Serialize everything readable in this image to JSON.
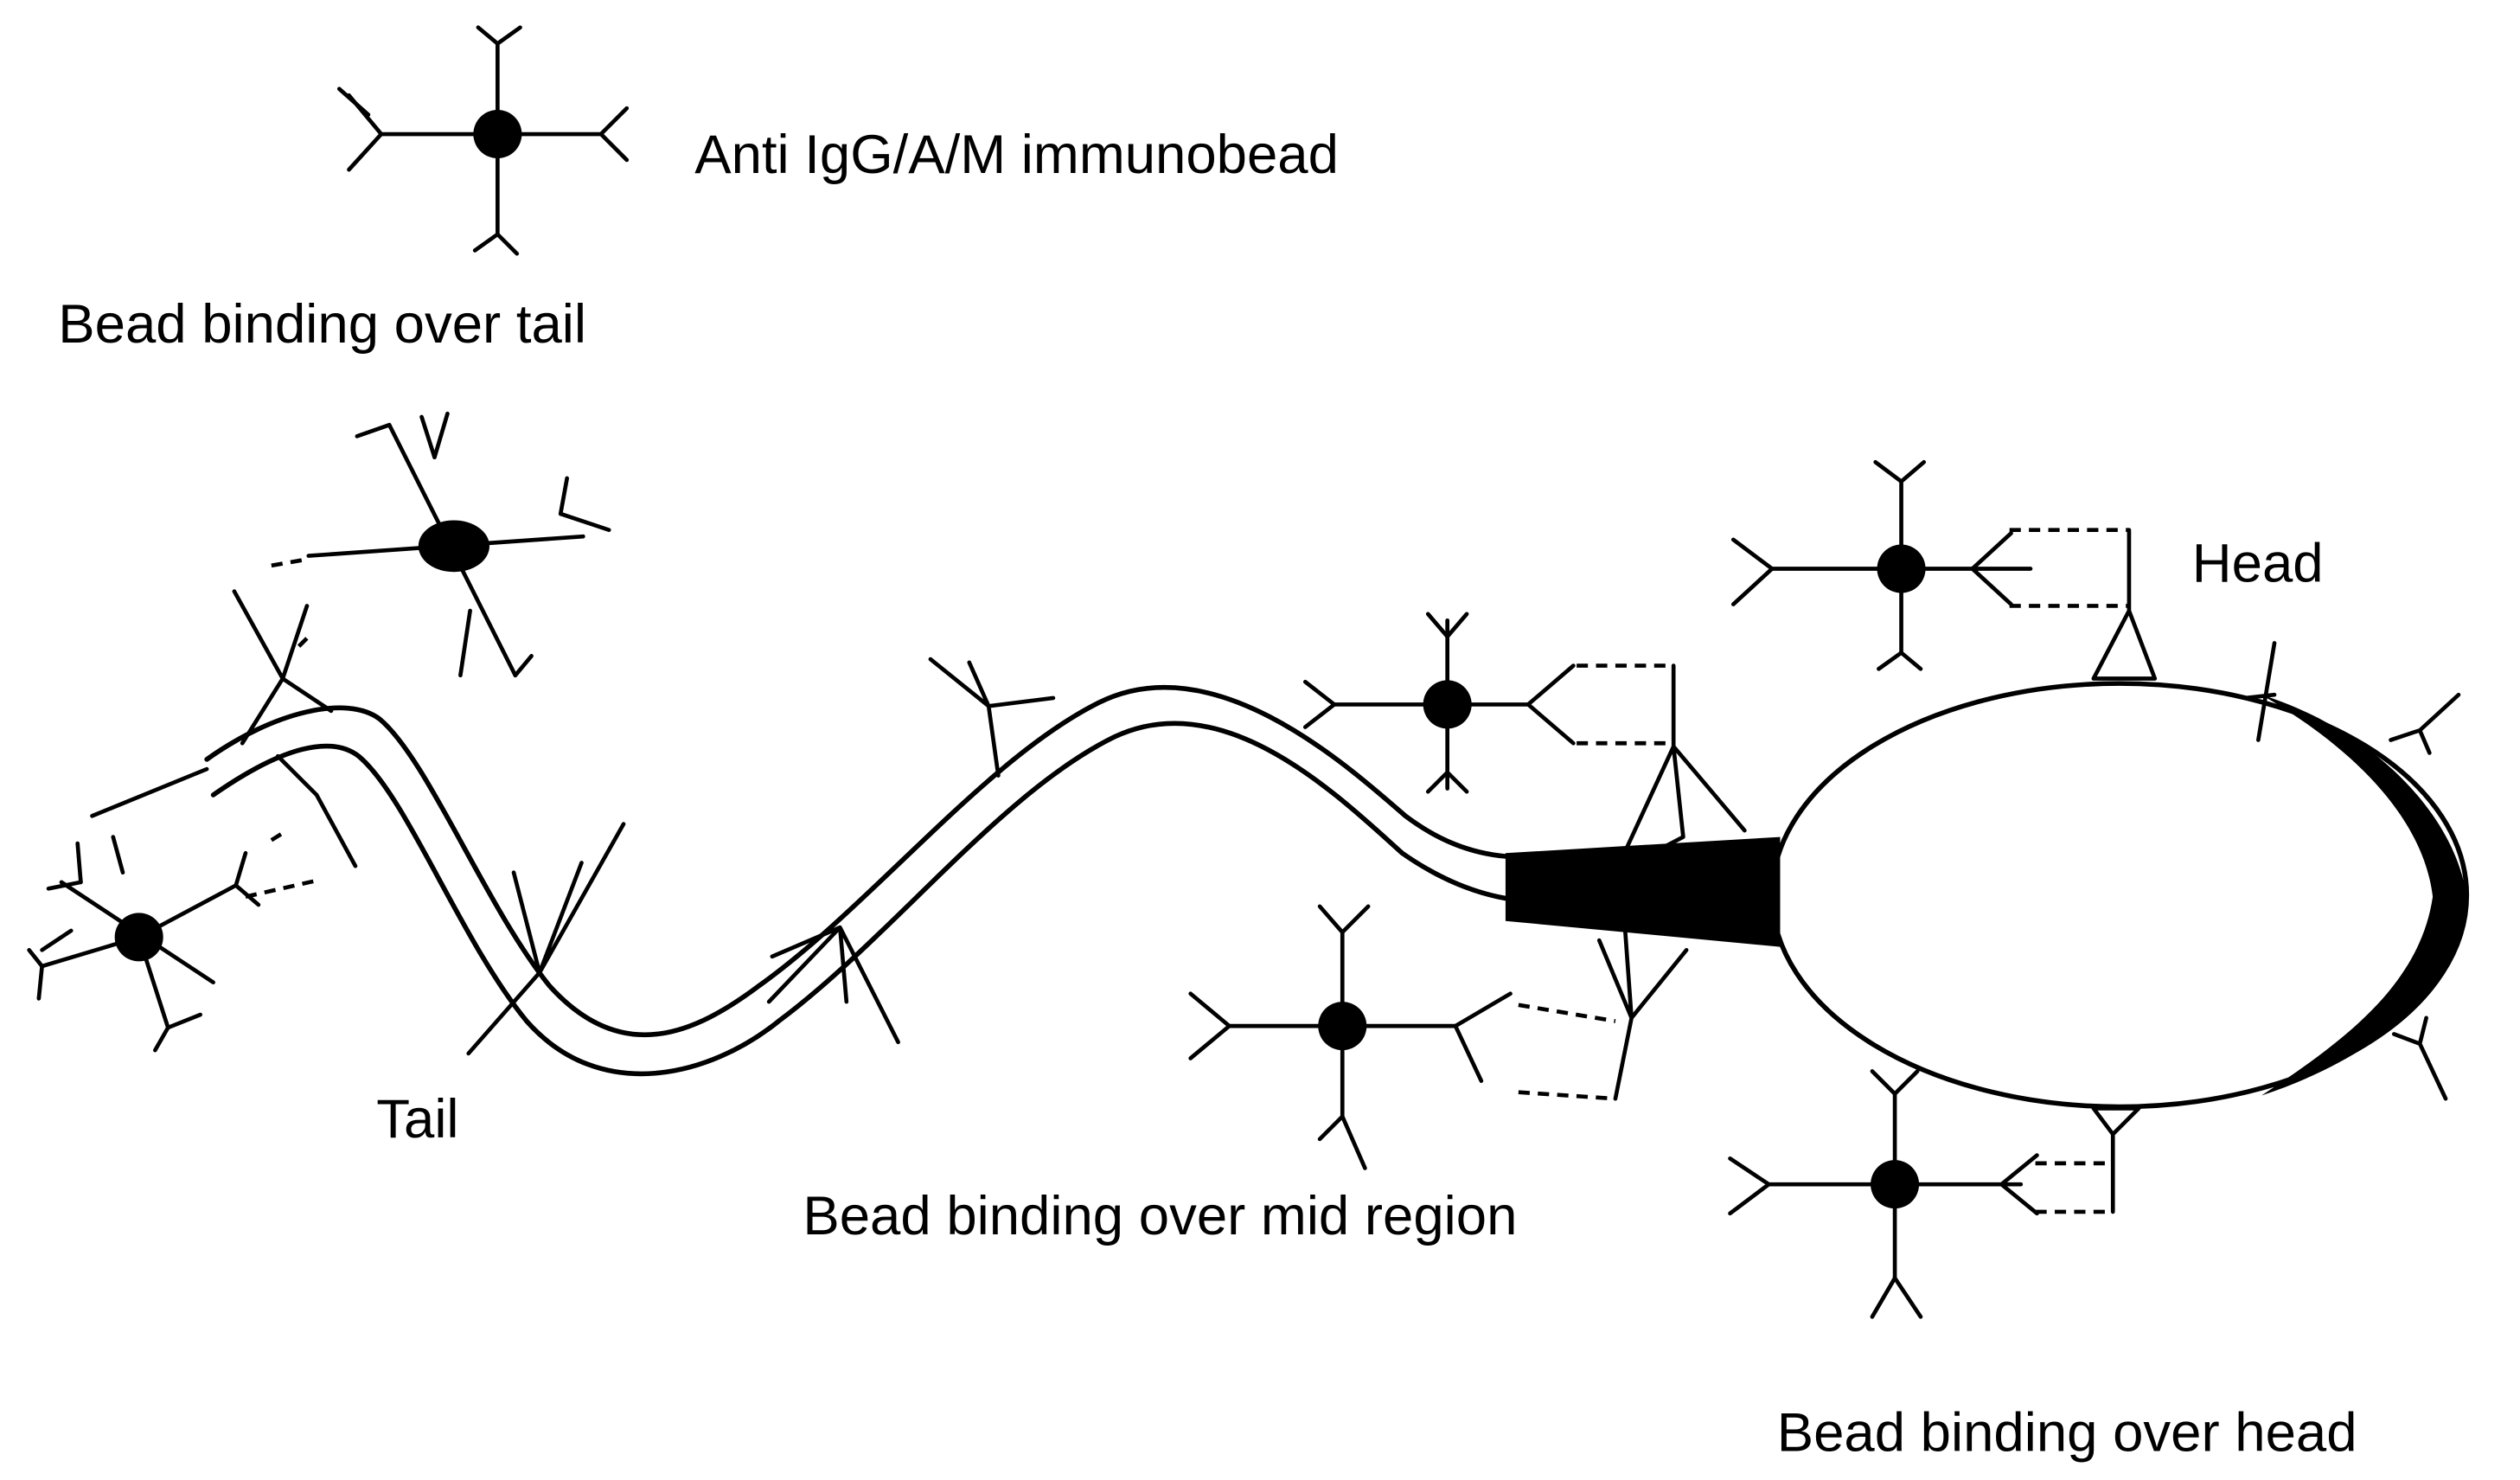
{
  "labels": {
    "legend": "Anti IgG/A/M immunobead",
    "tail_binding": "Bead binding over tail",
    "tail": "Tail",
    "head": "Head",
    "mid_binding": "Bead binding over mid region",
    "head_binding": "Bead binding over head"
  },
  "colors": {
    "ink": "#000000",
    "background": "#ffffff"
  }
}
